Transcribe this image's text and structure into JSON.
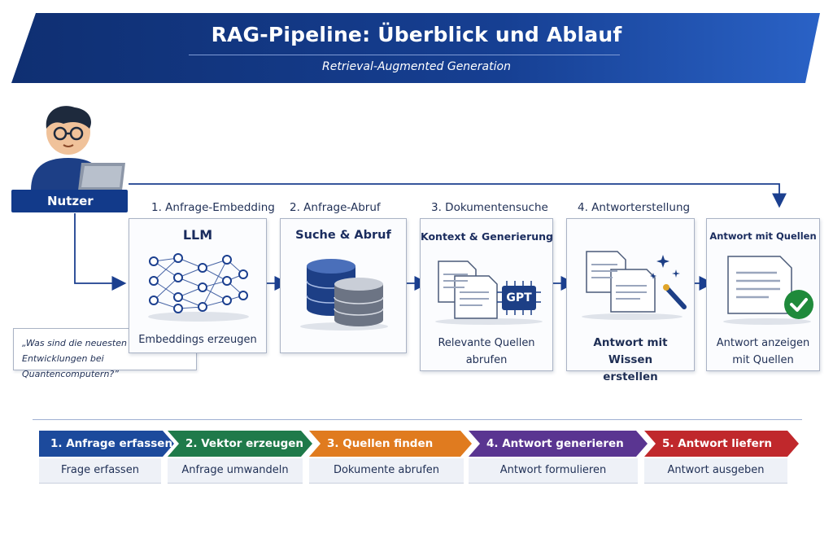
{
  "header": {
    "title": "RAG-Pipeline: Überblick und Ablauf",
    "subtitle": "Retrieval-Augmented Generation"
  },
  "user": {
    "label": "Nutzer"
  },
  "query": {
    "text": "„Was sind die neuesten Entwicklungen bei Quantencomputern?”"
  },
  "stages": [
    {
      "label": "1. Anfrage-Embedding",
      "title": "LLM",
      "caption": "Embeddings erzeugen"
    },
    {
      "label": "2. Anfrage-Abruf",
      "title": "Suche & Abruf",
      "caption": ""
    },
    {
      "label": "3. Dokumentensuche",
      "title": "Kontext & Generierung",
      "caption": "Relevante Quellen abrufen",
      "badge": "GPT"
    },
    {
      "label": "4. Antworterstellung",
      "title": "",
      "caption": "Antwort mit Wissen erstellen"
    },
    {
      "label": "",
      "title": "Antwort mit Quellen",
      "caption": "Antwort anzeigen mit Quellen"
    }
  ],
  "steps": [
    {
      "label": "1. Anfrage erfassen",
      "desc": "Frage erfassen",
      "color": "#1c4a9c"
    },
    {
      "label": "2. Vektor erzeugen",
      "desc": "Anfrage umwandeln",
      "color": "#1f7a4a"
    },
    {
      "label": "3. Quellen finden",
      "desc": "Dokumente abrufen",
      "color": "#e07b1f"
    },
    {
      "label": "4. Antwort generieren",
      "desc": "Antwort formulieren",
      "color": "#5a3591"
    },
    {
      "label": "5. Antwort liefern",
      "desc": "Antwort ausgeben",
      "color": "#c0282c"
    }
  ],
  "colors": {
    "banner": "#173f94",
    "accent": "#1d4ba0",
    "check": "#1f8a3b"
  }
}
